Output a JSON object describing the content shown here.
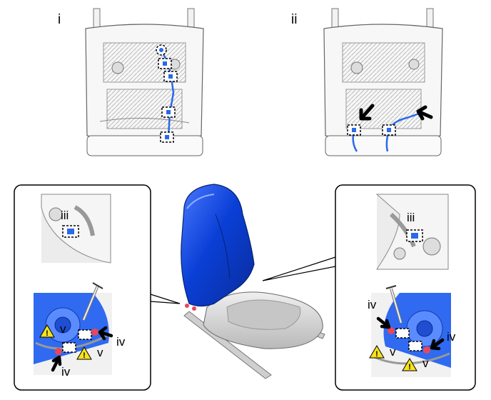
{
  "views": {
    "top_left": {
      "label": "i"
    },
    "top_right": {
      "label": "ii"
    }
  },
  "callouts": {
    "iii": "iii",
    "iv": "iv",
    "v": "v"
  },
  "colors": {
    "seat_back": "#0a3fd6",
    "harness": "#2a6ae8",
    "clip_marker": "#e8475a",
    "caution": "#f7e21b",
    "frame_line": "#000000",
    "seat_gray": "#d9d9d9"
  },
  "icons": {
    "caution": "warning-triangle-icon",
    "arrow": "black-arrow-icon",
    "tool": "screwdriver-icon"
  }
}
